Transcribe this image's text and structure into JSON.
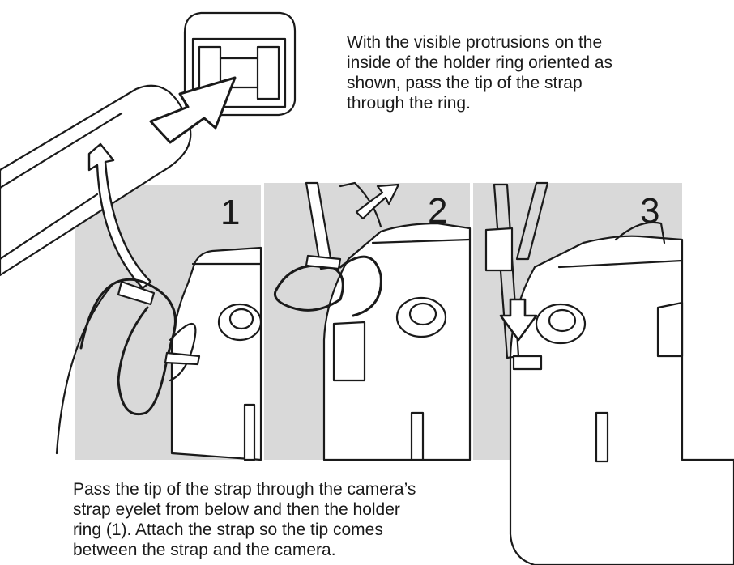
{
  "instructions": {
    "top_paragraph": [
      "With the visible protrusions on the",
      "inside of the holder ring oriented as",
      "shown, pass the tip of the strap",
      "through the ring."
    ],
    "bottom_paragraph": [
      "Pass the tip of the strap through the camera’s",
      "strap eyelet from below and then the holder",
      "ring (1). Attach the strap so the tip comes",
      "between the strap and the camera."
    ]
  },
  "steps": [
    {
      "label": "1"
    },
    {
      "label": "2"
    },
    {
      "label": "3"
    }
  ],
  "colors": {
    "panel": "#d9d9d9",
    "line": "#1a1a1a",
    "fill": "#ffffff"
  }
}
